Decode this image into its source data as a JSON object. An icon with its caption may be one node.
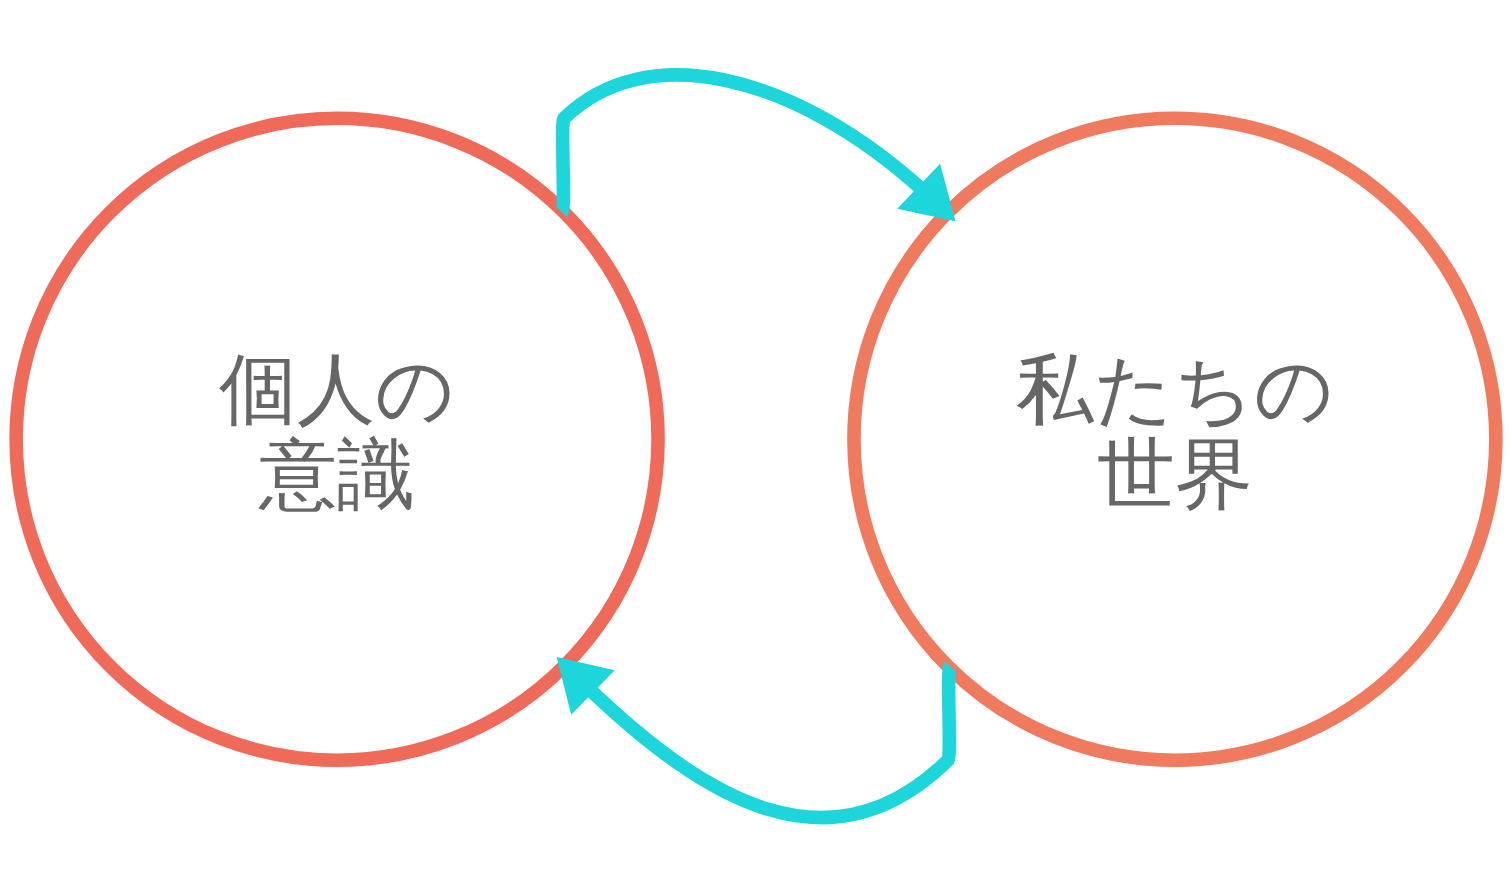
{
  "diagram": {
    "nodes": [
      {
        "text": [
          "個人の意識"
        ]
      },
      {
        "text": [
          "私たちの世界"
        ]
      }
    ],
    "edges": [
      {
        "from": 0,
        "to": 1,
        "arrow": "to"
      },
      {
        "from": 1,
        "to": 0,
        "arrow": "to"
      }
    ]
  }
}
